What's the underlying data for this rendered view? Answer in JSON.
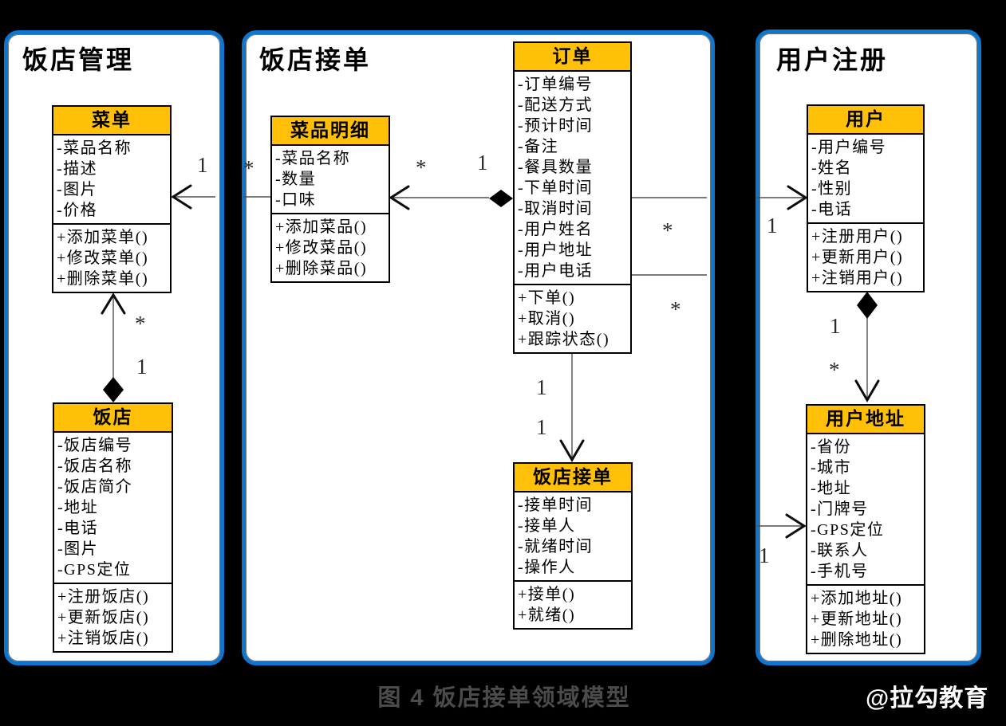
{
  "colors": {
    "background": "#000000",
    "panel_border_blue": "#0e76cc",
    "class_header_orange": "#ffc007",
    "caption_gray": "#4b4b4b",
    "watermark_white": "#fbfbfb"
  },
  "caption": "图 4 饭店接单领域模型",
  "watermark": "@拉勾教育",
  "panels": [
    {
      "title": "饭店管理"
    },
    {
      "title": "饭店接单"
    },
    {
      "title": "用户注册"
    }
  ],
  "classes": [
    {
      "title": "菜单",
      "attributes": [
        "-菜品名称",
        "-描述",
        "-图片",
        "-价格"
      ],
      "methods": [
        "+添加菜单()",
        "+修改菜单()",
        "+删除菜单()"
      ]
    },
    {
      "title": "饭店",
      "attributes": [
        "-饭店编号",
        "-饭店名称",
        "-饭店简介",
        "-地址",
        "-电话",
        "-图片",
        "-GPS定位"
      ],
      "methods": [
        "+注册饭店()",
        "+更新饭店()",
        "+注销饭店()"
      ]
    },
    {
      "title": "菜品明细",
      "attributes": [
        "-菜品名称",
        "-数量",
        "-口味"
      ],
      "methods": [
        "+添加菜品()",
        "+修改菜品()",
        "+删除菜品()"
      ]
    },
    {
      "title": "订单",
      "attributes": [
        "-订单编号",
        "-配送方式",
        "-预计时间",
        "-备注",
        "-餐具数量",
        "-下单时间",
        "-取消时间",
        "-用户姓名",
        "-用户地址",
        "-用户电话"
      ],
      "methods": [
        "+下单()",
        "+取消()",
        "+跟踪状态()"
      ]
    },
    {
      "title": "饭店接单",
      "attributes": [
        "-接单时间",
        "-接单人",
        "-就绪时间",
        "-操作人"
      ],
      "methods": [
        "+接单()",
        "+就绪()"
      ]
    },
    {
      "title": "用户",
      "attributes": [
        "-用户编号",
        "-姓名",
        "-性别",
        "-电话"
      ],
      "methods": [
        "+注册用户()",
        "+更新用户()",
        "+注销用户()"
      ]
    },
    {
      "title": "用户地址",
      "attributes": [
        "-省份",
        "-城市",
        "-地址",
        "-门牌号",
        "-GPS定位",
        "-联系人",
        "-手机号"
      ],
      "methods": [
        "+添加地址()",
        "+更新地址()",
        "+删除地址()"
      ]
    }
  ],
  "multiplicities": [
    {
      "text": "1"
    },
    {
      "text": "*"
    },
    {
      "text": "*"
    },
    {
      "text": "1"
    },
    {
      "text": "*"
    },
    {
      "text": "1"
    },
    {
      "text": "*"
    },
    {
      "text": "1"
    },
    {
      "text": "*"
    },
    {
      "text": "1"
    },
    {
      "text": "1"
    },
    {
      "text": "1"
    },
    {
      "text": "1"
    },
    {
      "text": "*"
    }
  ]
}
